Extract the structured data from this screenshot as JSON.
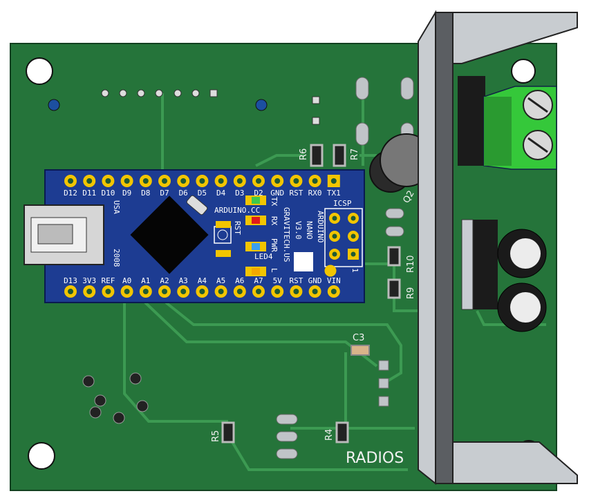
{
  "colors": {
    "pcb": "#25743a",
    "trace": "#3c9a52",
    "nano": "#1d3c92",
    "pad": "#f2c500",
    "heatsink": "#5b5e62",
    "terminal": "#35c83a"
  },
  "nano": {
    "top_pins": [
      "D12",
      "D11",
      "D10",
      "D9",
      "D8",
      "D7",
      "D6",
      "D5",
      "D4",
      "D3",
      "D2",
      "GND",
      "RST",
      "RX0",
      "TX1"
    ],
    "bottom_pins": [
      "D13",
      "3V3",
      "REF",
      "A0",
      "A1",
      "A2",
      "A3",
      "A4",
      "A5",
      "A6",
      "A7",
      "5V",
      "RST",
      "GND",
      "VIN"
    ],
    "title": "ARDUINO",
    "model": "NANO",
    "version": "V3.0",
    "maker": "GRAVITECH.US",
    "website": "ARDUINO.CC",
    "country": "USA",
    "year": "2008",
    "icsp": "ICSP",
    "pin_one": "1",
    "rst": "RST",
    "led_labels": [
      "TX",
      "RX",
      "PWR",
      "L"
    ],
    "led4": "LED4"
  },
  "pcb": {
    "refs": {
      "r6": "R6",
      "r7": "R7",
      "q2": "Q2",
      "r10": "R10",
      "r9": "R9",
      "c3": "C3",
      "r4": "R4",
      "r5": "R5"
    },
    "brand": "RADIOS"
  }
}
